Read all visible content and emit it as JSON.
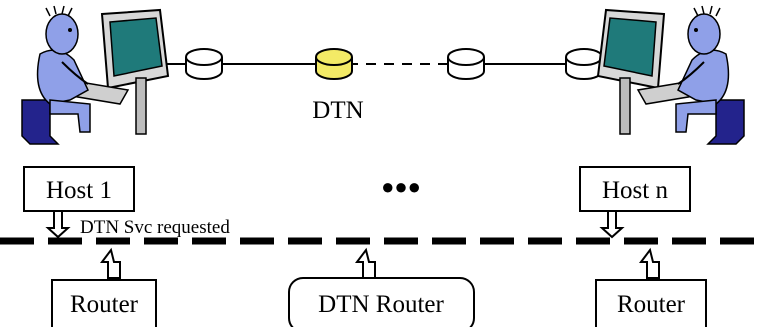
{
  "top_label": "DTN",
  "hosts": {
    "left": "Host 1",
    "right": "Host n"
  },
  "ellipsis": "●●●",
  "request_label": "DTN Svc requested",
  "routers": {
    "left": "Router",
    "middle": "DTN Router",
    "right": "Router"
  },
  "colors": {
    "dtn_node": "#f3ea66",
    "node": "#ffffff",
    "screen": "#1f7a7a",
    "person": "#8fa0e8",
    "chair": "#23238c"
  }
}
